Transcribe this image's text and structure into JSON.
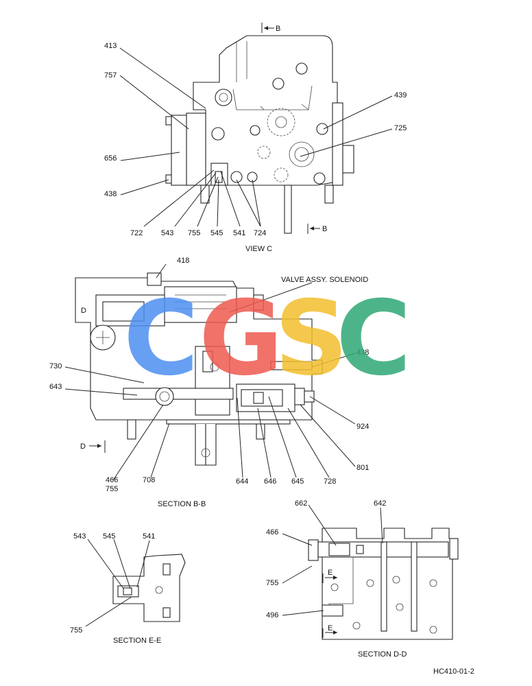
{
  "doc_code": "HC410-01-2",
  "views": {
    "view_c": {
      "title": "VIEW  C",
      "arrow_top": "B",
      "arrow_bottom": "B",
      "labels": [
        "413",
        "757",
        "656",
        "438",
        "439",
        "725",
        "722",
        "543",
        "755",
        "545",
        "541",
        "724"
      ]
    },
    "section_bb": {
      "title": "SECTION  B-B",
      "callout": "VALVE ASSY. SOLENOID",
      "d_marker_left": "D",
      "d_arrow": "D",
      "labels": [
        "418",
        "730",
        "643",
        "438",
        "924",
        "801",
        "466",
        "755",
        "708",
        "644",
        "646",
        "645",
        "728"
      ]
    },
    "section_ee": {
      "title": "SECTION  E-E",
      "labels": [
        "543",
        "545",
        "541",
        "755"
      ]
    },
    "section_dd": {
      "title": "SECTION  D-D",
      "arrow_e": "E",
      "labels": [
        "466",
        "662",
        "642",
        "755",
        "496"
      ]
    }
  },
  "watermark": {
    "letters": [
      "C",
      "G",
      "S",
      "C"
    ],
    "colors": [
      "#4d8ff0",
      "#ee5a4f",
      "#f3bf2e",
      "#2fa876"
    ]
  }
}
